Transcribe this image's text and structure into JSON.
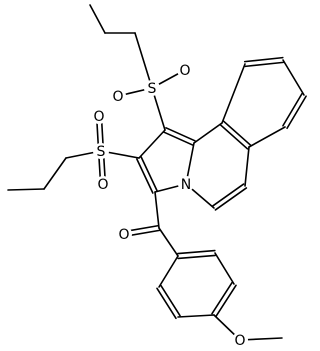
{
  "molecule": {
    "atom_labels": [
      {
        "id": "s-upper",
        "text": "S"
      },
      {
        "id": "o-upper-left",
        "text": "O"
      },
      {
        "id": "o-upper-right",
        "text": "O"
      },
      {
        "id": "s-lower",
        "text": "S"
      },
      {
        "id": "o-lower-top",
        "text": "O"
      },
      {
        "id": "o-lower-bottom",
        "text": "O"
      },
      {
        "id": "n-ring",
        "text": "N"
      },
      {
        "id": "o-carbonyl",
        "text": "O"
      },
      {
        "id": "o-methoxy",
        "text": "O"
      }
    ]
  }
}
